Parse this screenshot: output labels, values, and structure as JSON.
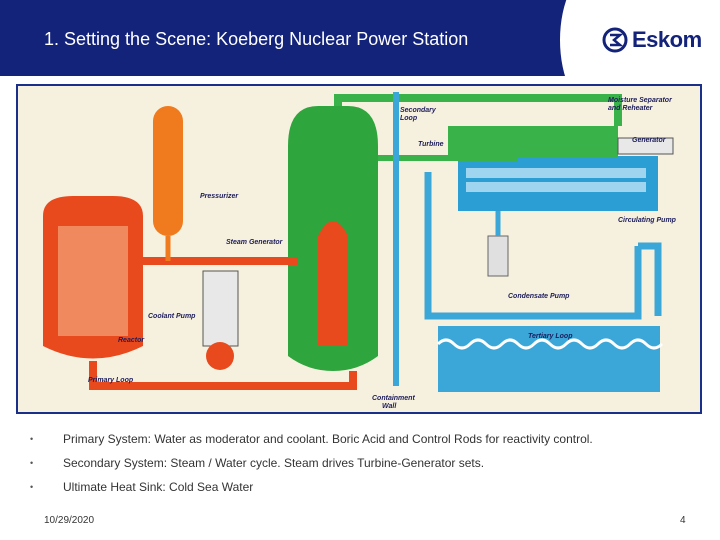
{
  "header": {
    "title": "1. Setting the Scene: Koeberg Nuclear Power Station",
    "logo_text": "Eskom",
    "band_color": "#13237a"
  },
  "diagram": {
    "labels": {
      "secondary_loop": [
        "Secondary",
        "Loop"
      ],
      "turbine": "Turbine",
      "moisture_separator": [
        "Moisture Separator",
        "and Reheater"
      ],
      "generator": "Generator",
      "pressurizer": "Pressurizer",
      "steam_generator": "Steam Generator",
      "circulating_pump": "Circulating Pump",
      "coolant_pump": "Coolant Pump",
      "condensate_pump": "Condensate Pump",
      "reactor": "Reactor",
      "tertiary_loop": "Tertiary Loop",
      "primary_loop": "Primary Loop",
      "containment_wall": [
        "Containment",
        "Wall"
      ]
    },
    "colors": {
      "primary": "#e84a1e",
      "secondary": "#3ab24a",
      "tertiary": "#3aa7d8",
      "frame": "#1a2f8a"
    }
  },
  "bullets": [
    "Primary System: Water as moderator and coolant. Boric Acid and Control Rods for reactivity control.",
    "Secondary System: Steam / Water cycle. Steam drives Turbine-Generator sets.",
    "Ultimate Heat Sink: Cold Sea Water"
  ],
  "footer": {
    "date": "10/29/2020",
    "page": "4"
  }
}
